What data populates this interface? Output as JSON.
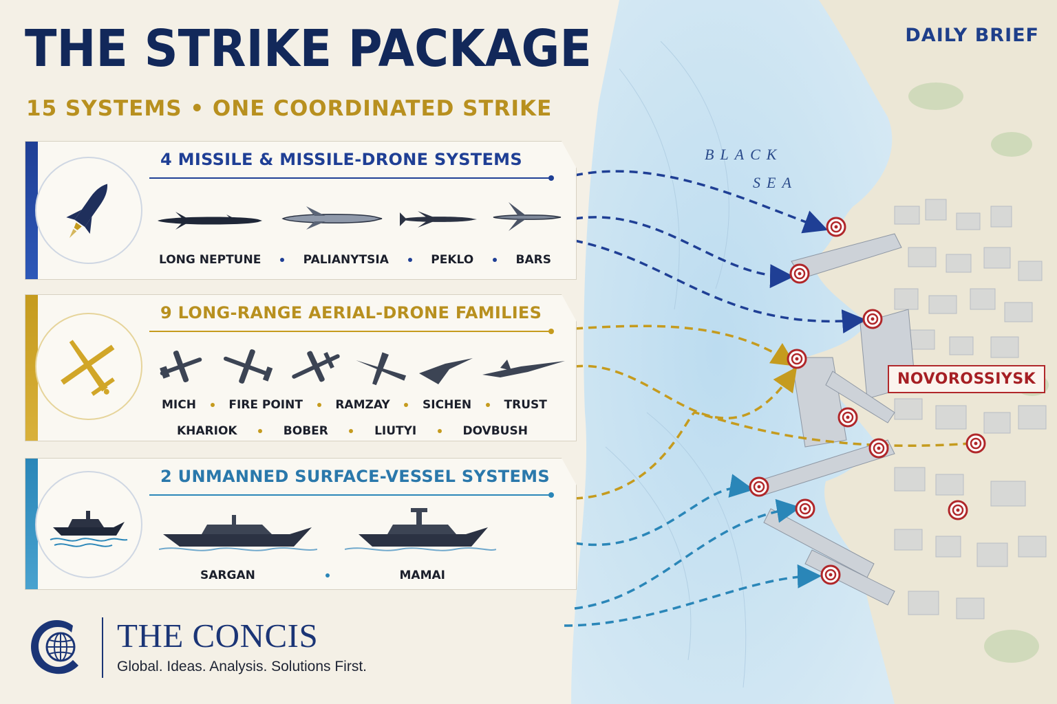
{
  "header": {
    "title": "THE STRIKE PACKAGE",
    "subtitle": "15 SYSTEMS • ONE COORDINATED STRIKE",
    "badge": "DAILY BRIEF"
  },
  "map": {
    "sea_label_line1": "BLACK",
    "sea_label_line2": "SEA",
    "city_label": "NOVOROSSIYSK"
  },
  "groups": [
    {
      "heading": "4 MISSILE & MISSILE-DRONE SYSTEMS",
      "icon": "missile-icon",
      "color": "#1f3f95",
      "items": [
        "LONG NEPTUNE",
        "PALIANYTSIA",
        "PEKLO",
        "BARS"
      ]
    },
    {
      "heading": "9 LONG-RANGE AERIAL-DRONE FAMILIES",
      "icon": "drone-icon",
      "color": "#c59b1e",
      "items_row1": [
        "MICH",
        "FIRE POINT",
        "RAMZAY",
        "SICHEN",
        "TRUST"
      ],
      "items_row2": [
        "KHARIOK",
        "BOBER",
        "LIUTYI",
        "DOVBUSH"
      ]
    },
    {
      "heading": "2 UNMANNED SURFACE-VESSEL SYSTEMS",
      "icon": "vessel-icon",
      "color": "#2a86b8",
      "items": [
        "SARGAN",
        "MAMAI"
      ]
    }
  ],
  "footer": {
    "brand": "THE CONCIS",
    "tagline": "Global. Ideas. Analysis. Solutions First."
  }
}
